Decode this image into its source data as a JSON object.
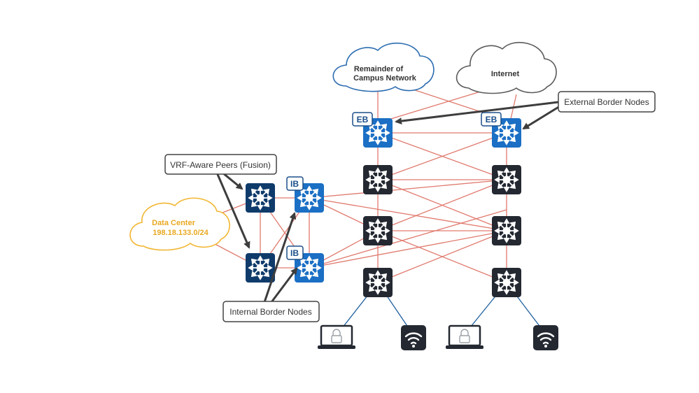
{
  "diagram": {
    "colors": {
      "link": "#e07a6e",
      "access_link": "#1f5f9e",
      "callout_border": "#444444",
      "arrow": "#3d3d3d",
      "eb_switch": "#1b6fc4",
      "ib_switch": "#1b6fc4",
      "fusion_switch": "#0f3b6b",
      "fabric_switch": "#232831",
      "dc_cloud": "#f2b632",
      "campus_cloud": "#2b6cb0",
      "internet_cloud": "#5a5a5a",
      "badge_text": "#1b4f8a"
    },
    "clouds": {
      "campus": {
        "line1": "Remainder of",
        "line2": "Campus Network"
      },
      "internet": {
        "label": "Internet"
      },
      "data_center": {
        "line1": "Data Center",
        "line2": "198.18.133.0/24"
      }
    },
    "callouts": {
      "external_border": "External Border Nodes",
      "vrf_aware": "VRF-Aware Peers (Fusion)",
      "internal_border": "Internal Border Nodes"
    },
    "badges": {
      "eb_left": "EB",
      "eb_right": "EB",
      "ib_top": "IB",
      "ib_bottom": "IB"
    },
    "icons": {
      "switch": "multilayer-switch-icon",
      "laptop": "laptop-icon",
      "wireless": "wireless-ap-icon"
    }
  }
}
